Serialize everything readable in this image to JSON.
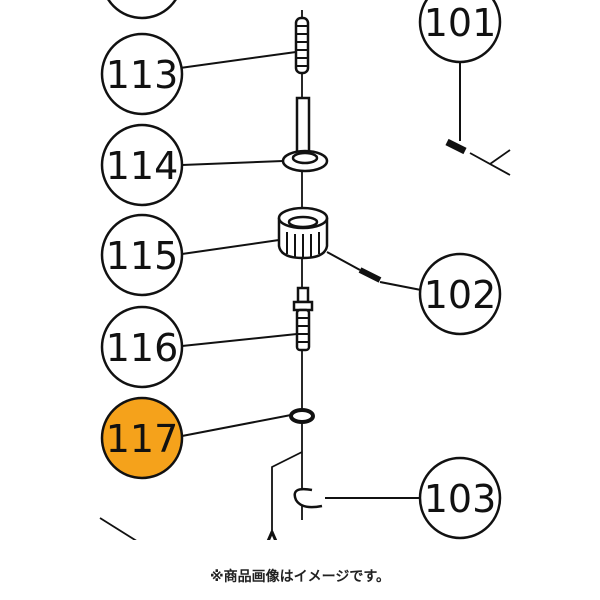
{
  "diagram": {
    "callouts": [
      {
        "label": "113",
        "highlighted": false
      },
      {
        "label": "114",
        "highlighted": false
      },
      {
        "label": "115",
        "highlighted": false
      },
      {
        "label": "116",
        "highlighted": false
      },
      {
        "label": "117",
        "highlighted": true
      },
      {
        "label": "101",
        "highlighted": false
      },
      {
        "label": "102",
        "highlighted": false
      },
      {
        "label": "103",
        "highlighted": false
      }
    ],
    "highlight_color": "#F5A21B",
    "note": "※商品画像はイメージです。"
  }
}
